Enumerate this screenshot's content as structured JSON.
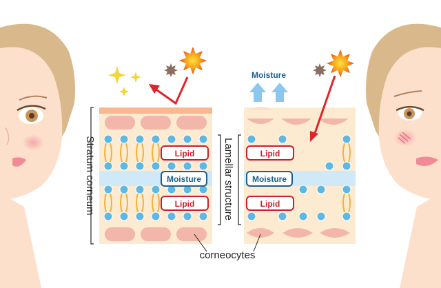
{
  "labels": {
    "stratum_corneum": "Stratum corneum",
    "lamellar_structure": "Lamellar structure",
    "corneocytes": "corneocytes",
    "moisture_top": "Moisture",
    "healthy": {
      "lipid_top": "Lipid",
      "moisture": "Moisture",
      "lipid_bottom": "Lipid"
    },
    "damaged": {
      "lipid_top": "Lipid",
      "moisture": "Moisture",
      "lipid_bottom": "Lipid"
    }
  },
  "colors": {
    "skin_base": "#fdebd1",
    "skin_face": "#fde0cc",
    "hair": "#d9b98c",
    "corneocyte": "#f2b6aa",
    "lipid_head": "#5fb8e3",
    "lipid_tail": "#f0b43c",
    "moisture_band": "#cfe9f8",
    "lipid_label": "#c8202a",
    "moisture_label": "#1c5e8e",
    "arrow_red": "#e0242a",
    "sparkle": "#f5d53a",
    "moisture_arrow": "#8cc8ee"
  },
  "icons": {
    "sun": "sun-icon",
    "dark_sun": "dark-sun-icon",
    "sparkle": "sparkle-icon",
    "arrow": "arrow-icon"
  }
}
